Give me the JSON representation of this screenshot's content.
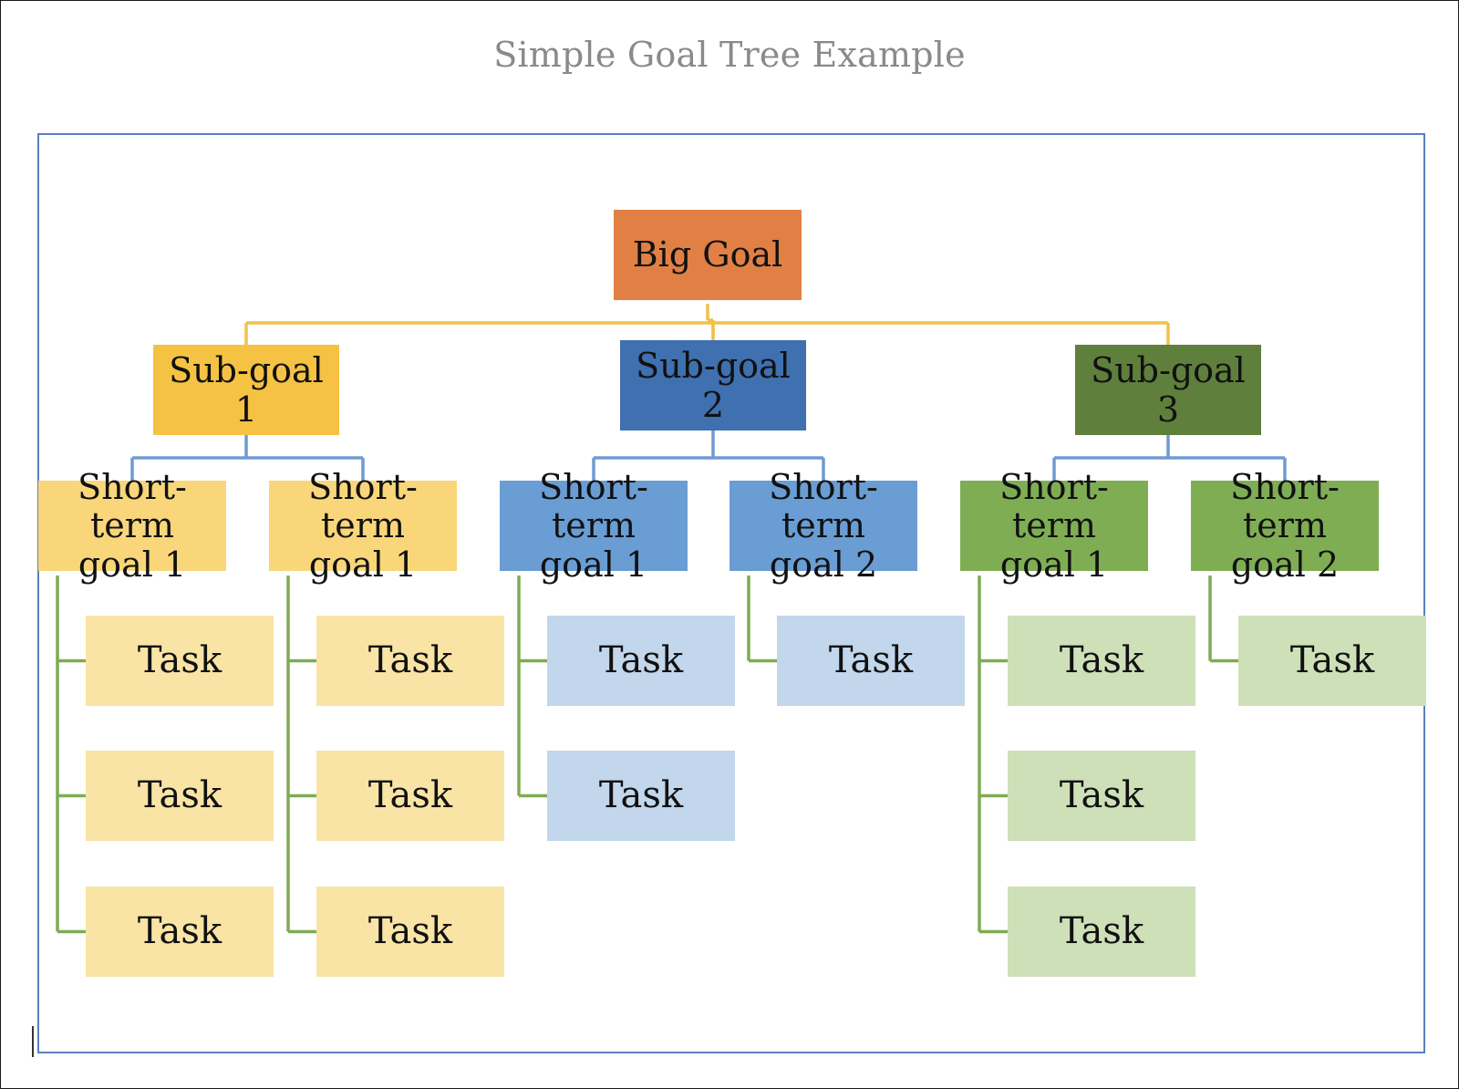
{
  "title": "Simple Goal Tree Example",
  "colors": {
    "frame": "#5b7fc0",
    "root": "#e08045",
    "yellow_sub": "#f6c243",
    "yellow_short": "#f9d67a",
    "yellow_task": "#f9e4a6",
    "yellow_line": "#f2c04a",
    "blue_sub": "#3f70b0",
    "blue_short": "#699dd3",
    "blue_task": "#c2d6ec",
    "blue_line": "#6e9bd0",
    "green_sub": "#5f7f3c",
    "green_short": "#7fad54",
    "green_task": "#cde0b8",
    "green_line": "#7fab55"
  },
  "tree": {
    "root": {
      "label": "Big Goal"
    },
    "subgoals": [
      {
        "label": "Sub-goal 1",
        "theme": "yellow",
        "short_terms": [
          {
            "label": "Short-term\ngoal 1",
            "tasks": [
              "Task",
              "Task",
              "Task"
            ]
          },
          {
            "label": "Short-term\ngoal 1",
            "tasks": [
              "Task",
              "Task",
              "Task"
            ]
          }
        ]
      },
      {
        "label": "Sub-goal 2",
        "theme": "blue",
        "short_terms": [
          {
            "label": "Short-term\ngoal 1",
            "tasks": [
              "Task",
              "Task"
            ]
          },
          {
            "label": "Short-term\ngoal 2",
            "tasks": [
              "Task"
            ]
          }
        ]
      },
      {
        "label": "Sub-goal 3",
        "theme": "green",
        "short_terms": [
          {
            "label": "Short-term\ngoal 1",
            "tasks": [
              "Task",
              "Task",
              "Task"
            ]
          },
          {
            "label": "Short-term\ngoal 2",
            "tasks": [
              "Task"
            ]
          }
        ]
      }
    ]
  }
}
